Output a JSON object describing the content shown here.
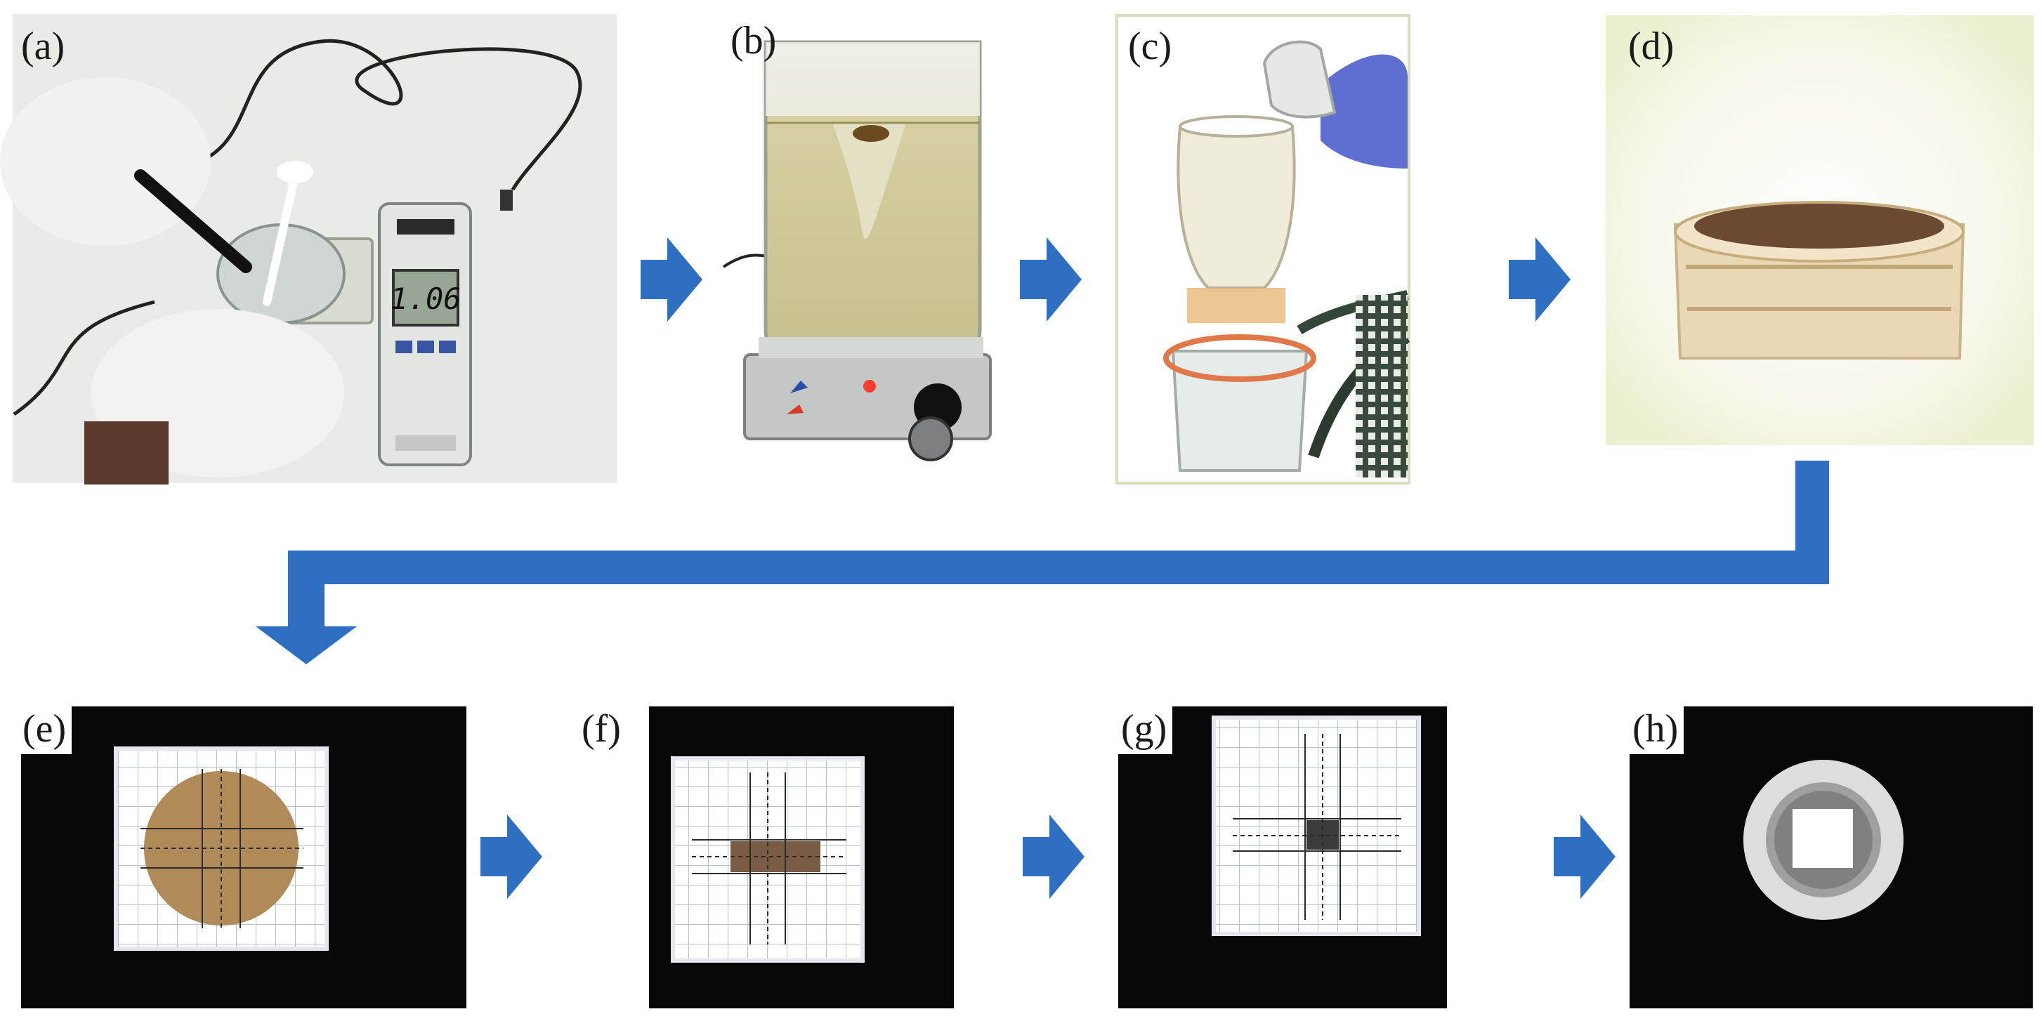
{
  "figure": {
    "panel_labels": [
      "(a)",
      "(b)",
      "(c)",
      "(d)",
      "(e)",
      "(f)",
      "(g)",
      "(h)"
    ],
    "meter_reading": "1.06",
    "colors": {
      "arrow": "#2f6fc2",
      "photo_dark_bg": "#080808",
      "filter_paper_brown": "#b08a58",
      "liquid_yellow": "#cdc497"
    }
  }
}
